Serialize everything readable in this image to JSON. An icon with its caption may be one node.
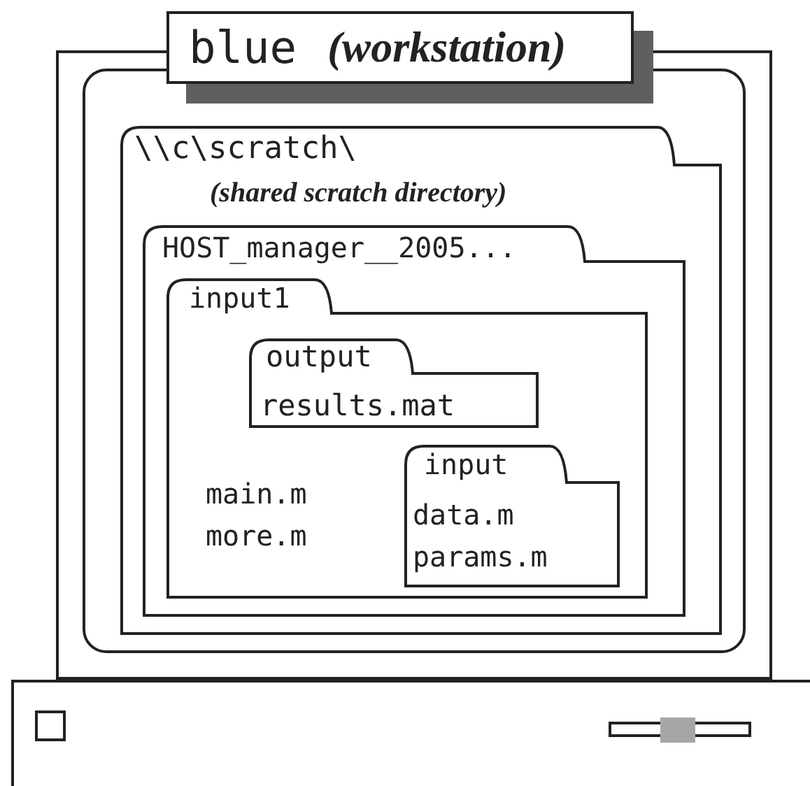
{
  "diagram": {
    "nodes": [
      {
        "text": [
          "blue",
          "(workstation)"
        ]
      },
      {
        "text": [
          "\\\\c\\scratch\\",
          "(shared scratch directory)"
        ],
        "in": 0
      },
      {
        "text": [
          "HOST_manager__2005..."
        ],
        "in": 1
      },
      {
        "text": [
          "input1",
          "main.m",
          "more.m"
        ],
        "in": 2
      },
      {
        "text": [
          "output",
          "results.mat"
        ],
        "in": 3
      },
      {
        "text": [
          "input",
          "data.m",
          "params.m"
        ],
        "in": 3
      }
    ]
  }
}
